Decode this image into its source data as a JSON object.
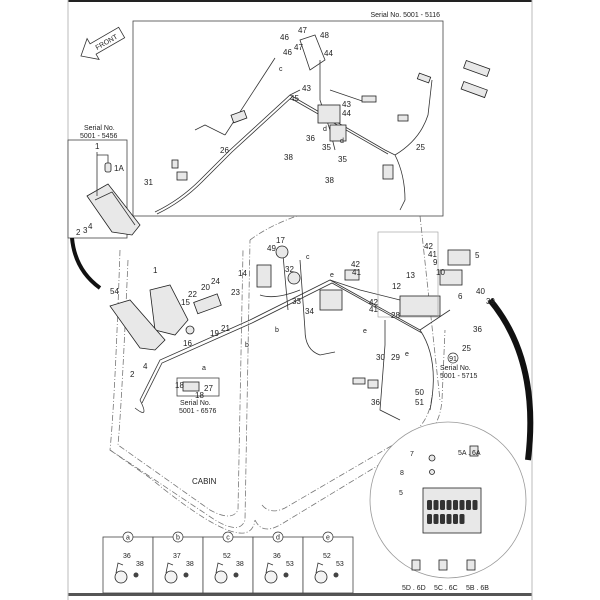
{
  "top_serial": "Serial No. 5001 - 5116",
  "front_label": "FRONT",
  "lamp_box": {
    "serial_line1": "Serial No.",
    "serial_line2": "5001 - 5456"
  },
  "fuse_serial": {
    "ref": "91",
    "line1": "Serial No.",
    "line2": "5001 - 5715"
  },
  "switch_serial": {
    "line1": "Serial No.",
    "line2": "5001 - 6576"
  },
  "cabin_label": "CABIN",
  "callouts": [
    "47",
    "46",
    "48",
    "47",
    "46",
    "44",
    "c",
    "43",
    "45",
    "43",
    "44",
    "d",
    "35",
    "36",
    "38",
    "d",
    "35",
    "38",
    "25",
    "26",
    "31",
    "1",
    "1A",
    "4",
    "3",
    "2",
    "17",
    "49",
    "14",
    "32",
    "c",
    "42",
    "41",
    "42",
    "41",
    "5",
    "9",
    "10",
    "13",
    "12",
    "6",
    "40",
    "39",
    "33",
    "34",
    "42",
    "41",
    "28",
    "36",
    "25",
    "30",
    "29",
    "36",
    "50",
    "51",
    "e",
    "e",
    "e",
    "1",
    "54",
    "22",
    "20",
    "24",
    "23",
    "15",
    "19",
    "21",
    "16",
    "b",
    "b",
    "a",
    "2",
    "4",
    "18",
    "27",
    "18"
  ],
  "fuse_detail": {
    "labels": [
      "7",
      "8",
      "5",
      "5A . 6A",
      "5D . 6D",
      "5C . 6C",
      "5B . 6B"
    ]
  },
  "clamp_details": [
    {
      "letter": "a",
      "parts": [
        "36",
        "38"
      ]
    },
    {
      "letter": "b",
      "parts": [
        "37",
        "38"
      ]
    },
    {
      "letter": "c",
      "parts": [
        "52",
        "38"
      ]
    },
    {
      "letter": "d",
      "parts": [
        "36",
        "53"
      ]
    },
    {
      "letter": "e",
      "parts": [
        "52",
        "53"
      ]
    }
  ]
}
